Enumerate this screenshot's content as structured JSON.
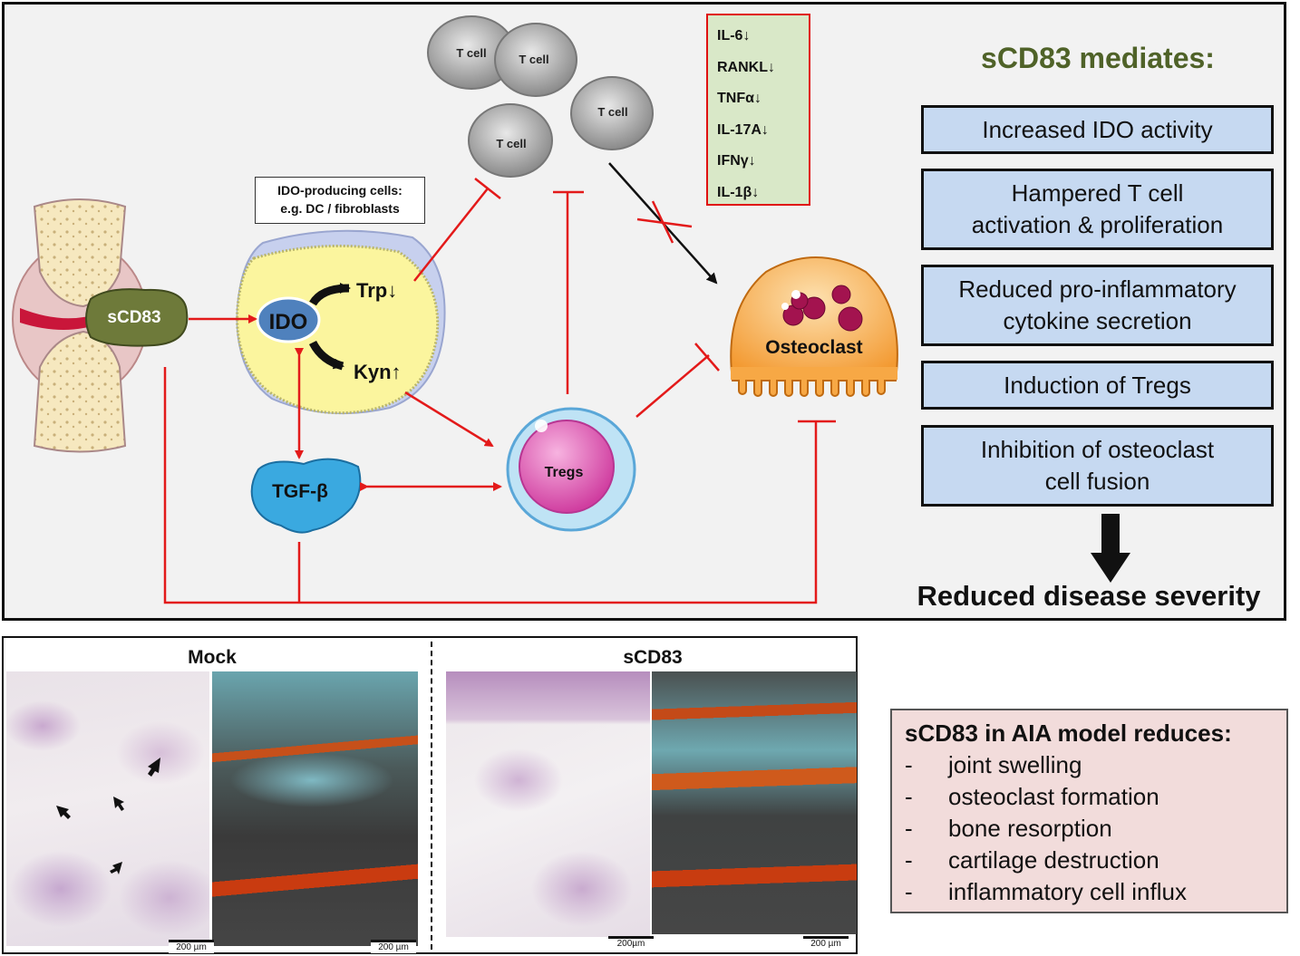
{
  "diagram": {
    "labels": {
      "scd83": "sCD83",
      "ido": "IDO",
      "trp": "Trp↓",
      "kyn": "Kyn↑",
      "tgf": "TGF-β",
      "tregs": "Tregs",
      "osteoclast": "Osteoclast",
      "tcell": "T cell"
    },
    "ido_cells_box": {
      "line1": "IDO-producing cells:",
      "line2": "e.g. DC / fibroblasts"
    },
    "cytokines": [
      "IL-6↓",
      "RANKL↓",
      "TNFα↓",
      "IL-17A↓",
      "IFNγ↓",
      "IL-1β↓"
    ],
    "colors": {
      "inhibition_red": "#e31a1a",
      "cytokine_bg": "#d9e8c8",
      "mediates_green": "#4f6228",
      "box_blue": "#c6d9f1",
      "ido_yellow": "#fbf59e",
      "tregs_pink": "#e055b0",
      "osteoclast_orange": "#f7a845",
      "tgf_blue": "#3aa9e0"
    }
  },
  "mediates": {
    "title": "sCD83 mediates:",
    "items": [
      [
        "Increased IDO activity"
      ],
      [
        "Hampered T cell",
        "activation & proliferation"
      ],
      [
        "Reduced pro-inflammatory",
        "cytokine secretion"
      ],
      [
        "Induction of Tregs"
      ],
      [
        "Inhibition of osteoclast",
        "cell fusion"
      ]
    ],
    "outcome": "Reduced disease severity"
  },
  "histology": {
    "mock_title": "Mock",
    "scd83_title": "sCD83",
    "scale_labels": [
      "200 µm",
      "200 µm",
      "200µm",
      "200 µm"
    ]
  },
  "aia": {
    "title": "sCD83 in AIA model reduces:",
    "bullet": "-",
    "items": [
      "joint swelling",
      "osteoclast formation",
      "bone resorption",
      "cartilage destruction",
      "inflammatory cell influx"
    ]
  }
}
